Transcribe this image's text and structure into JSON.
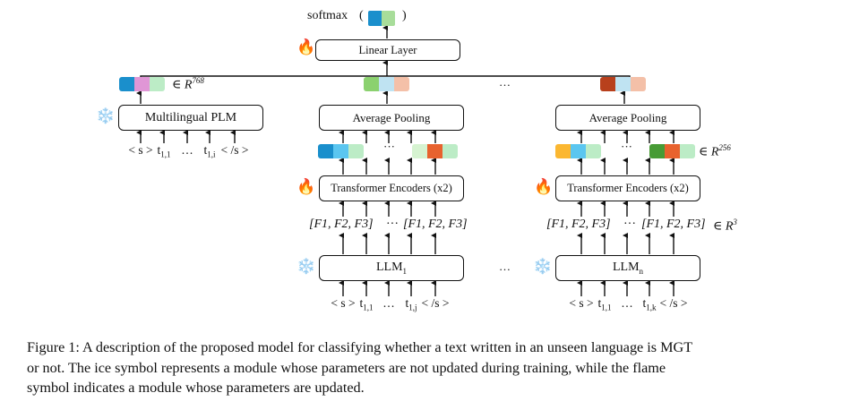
{
  "output": {
    "softmax_label": "softmax",
    "open_paren": "(",
    "close_paren": ")",
    "softmax_colors": [
      "#1a8fcc",
      "#a8dd9a"
    ]
  },
  "linear_layer": {
    "label": "Linear Layer",
    "status_icon": "flame-icon"
  },
  "plm_branch": {
    "vector_colors": [
      "#1a8fcc",
      "#e096d6",
      "#bcecc6"
    ],
    "dim_symbol": "∈ R",
    "dim_exp": "768",
    "module": {
      "label": "Multilingual PLM",
      "status_icon": "snowflake-icon"
    },
    "tokens": [
      "< s >",
      "t",
      "…",
      "t",
      "< /s >"
    ],
    "token_subs": [
      "",
      "1,1",
      "",
      "1,i",
      ""
    ]
  },
  "llm_branches": [
    {
      "pooled_colors": [
        "#8bd16f",
        "#bfe3f2",
        "#f4c0a8"
      ],
      "pooling_label": "Average Pooling",
      "left_token_colors": [
        "#1a8fcc",
        "#5bc6f0",
        "#bcecc6"
      ],
      "right_token_colors": [
        "#d6f3d1",
        "#e8622e",
        "#bcecc6"
      ],
      "encoder": {
        "label": "Transformer Encoders (x2)",
        "status_icon": "flame-icon"
      },
      "features_left": "[F1, F2, F3]",
      "features_right": "[F1, F2, F3]",
      "llm": {
        "label": "LLM",
        "sub": "1",
        "status_icon": "snowflake-icon"
      },
      "tokens": [
        "< s >",
        "t",
        "…",
        "t",
        "< /s >"
      ],
      "token_subs": [
        "",
        "1,1",
        "",
        "1,j",
        ""
      ]
    },
    {
      "pooled_colors": [
        "#b8401c",
        "#bfe3f2",
        "#f4c0a8"
      ],
      "pooling_label": "Average Pooling",
      "left_token_colors": [
        "#fbb731",
        "#5bc6f0",
        "#bcecc6"
      ],
      "right_token_colors": [
        "#479b35",
        "#e8622e",
        "#bcecc6"
      ],
      "token_dim_symbol": "∈ R",
      "token_dim_exp": "256",
      "encoder": {
        "label": "Transformer Encoders (x2)",
        "status_icon": "flame-icon"
      },
      "features_left": "[F1, F2, F3]",
      "features_right": "[F1, F2, F3]",
      "feature_dim_symbol": "∈ R",
      "feature_dim_exp": "3",
      "llm": {
        "label": "LLM",
        "sub": "n",
        "status_icon": "snowflake-icon"
      },
      "tokens": [
        "< s >",
        "t",
        "…",
        "t",
        "< /s >"
      ],
      "token_subs": [
        "",
        "1,1",
        "",
        "1,k",
        ""
      ]
    }
  ],
  "ellipses": {
    "between_pooled": "…",
    "between_llms": "…",
    "between_tokens": "···"
  },
  "caption": {
    "lines": [
      "Figure 1: A description of the proposed model for classifying whether a text written in an unseen language is MGT",
      "or not. The ice symbol represents a module whose parameters are not updated during training, while the flame",
      "symbol indicates a module whose parameters are updated."
    ]
  }
}
